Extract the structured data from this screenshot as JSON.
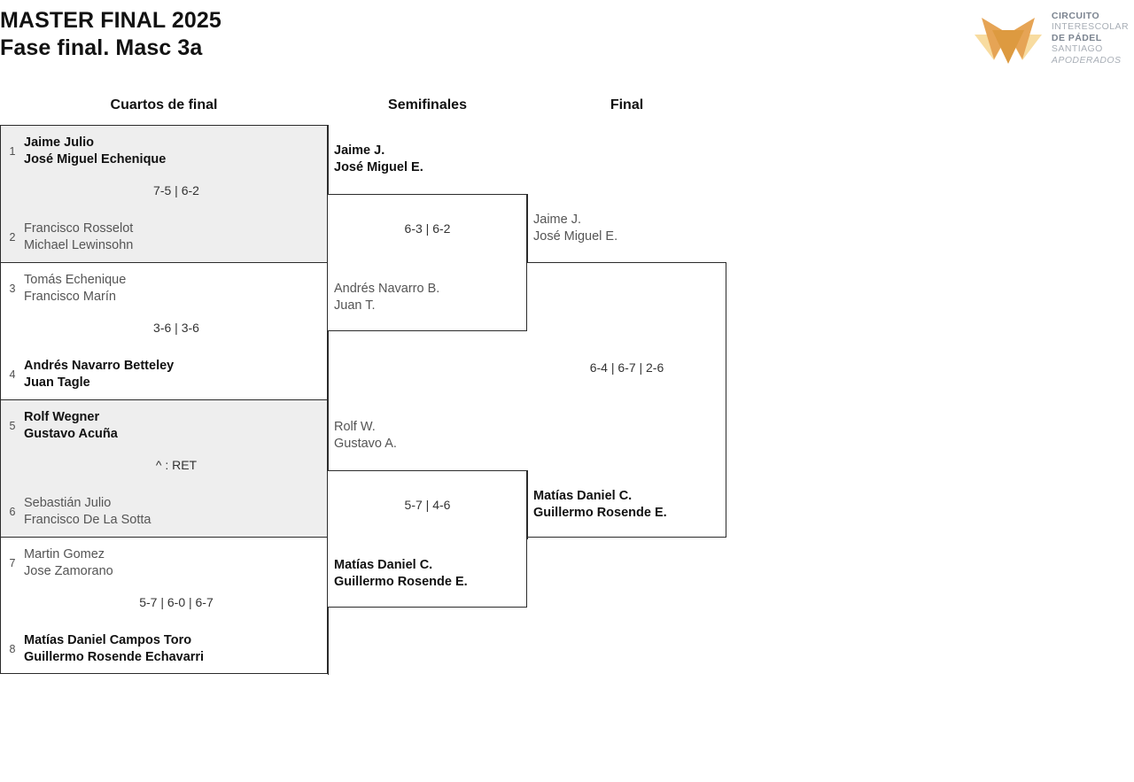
{
  "header": {
    "title_line1": "MASTER FINAL 2025",
    "title_line2": "Fase final. Masc 3a"
  },
  "logo": {
    "mark_name": "circuito-interescolar-padel-logo",
    "line1": "CIRCUITO",
    "line2": "INTERESCOLAR",
    "line3": "DE PÁDEL",
    "line4": "SANTIAGO",
    "line5": "APODERADOS",
    "color_dark": "#7b8490",
    "color_light": "#a8aeb6",
    "color_orange": "#e09a44",
    "color_amber": "#f0b564",
    "color_sand": "#f8dca0"
  },
  "rounds": {
    "quarterfinals_label": "Cuartos de final",
    "semifinals_label": "Semifinales",
    "final_label": "Final"
  },
  "quarterfinals": [
    {
      "shaded": true,
      "score": "7-5 | 6-2",
      "top": {
        "seed": "1",
        "player1": "Jaime Julio",
        "player2": "José Miguel Echenique",
        "result": "winner"
      },
      "bottom": {
        "seed": "2",
        "player1": "Francisco Rosselot",
        "player2": "Michael Lewinsohn",
        "result": "loser"
      }
    },
    {
      "shaded": false,
      "score": "3-6 | 3-6",
      "top": {
        "seed": "3",
        "player1": "Tomás Echenique",
        "player2": "Francisco Marín",
        "result": "loser"
      },
      "bottom": {
        "seed": "4",
        "player1": "Andrés Navarro Betteley",
        "player2": "Juan Tagle",
        "result": "winner"
      }
    },
    {
      "shaded": true,
      "score": "^ : RET",
      "top": {
        "seed": "5",
        "player1": "Rolf Wegner",
        "player2": "Gustavo Acuña",
        "result": "winner"
      },
      "bottom": {
        "seed": "6",
        "player1": "Sebastián Julio",
        "player2": "Francisco De La Sotta",
        "result": "loser"
      }
    },
    {
      "shaded": false,
      "score": "5-7 | 6-0 | 6-7",
      "top": {
        "seed": "7",
        "player1": "Martin Gomez",
        "player2": "Jose Zamorano",
        "result": "loser"
      },
      "bottom": {
        "seed": "8",
        "player1": "Matías Daniel Campos Toro",
        "player2": "Guillermo Rosende Echavarri",
        "result": "winner"
      }
    }
  ],
  "semifinals": [
    {
      "score": "6-3 | 6-2",
      "top": {
        "player1": "Jaime J.",
        "player2": "José Miguel E.",
        "result": "winner"
      },
      "bottom": {
        "player1": "Andrés Navarro B.",
        "player2": "Juan T.",
        "result": "loser"
      }
    },
    {
      "score": "5-7 | 4-6",
      "top": {
        "player1": "Rolf W.",
        "player2": "Gustavo A.",
        "result": "loser"
      },
      "bottom": {
        "player1": "Matías Daniel C.",
        "player2": "Guillermo Rosende E.",
        "result": "winner"
      }
    }
  ],
  "final": {
    "score": "6-4 | 6-7 | 2-6",
    "top": {
      "player1": "Jaime J.",
      "player2": "José Miguel E.",
      "result": "loser"
    },
    "bottom": {
      "player1": "Matías Daniel C.",
      "player2": "Guillermo Rosende E.",
      "result": "winner"
    }
  }
}
